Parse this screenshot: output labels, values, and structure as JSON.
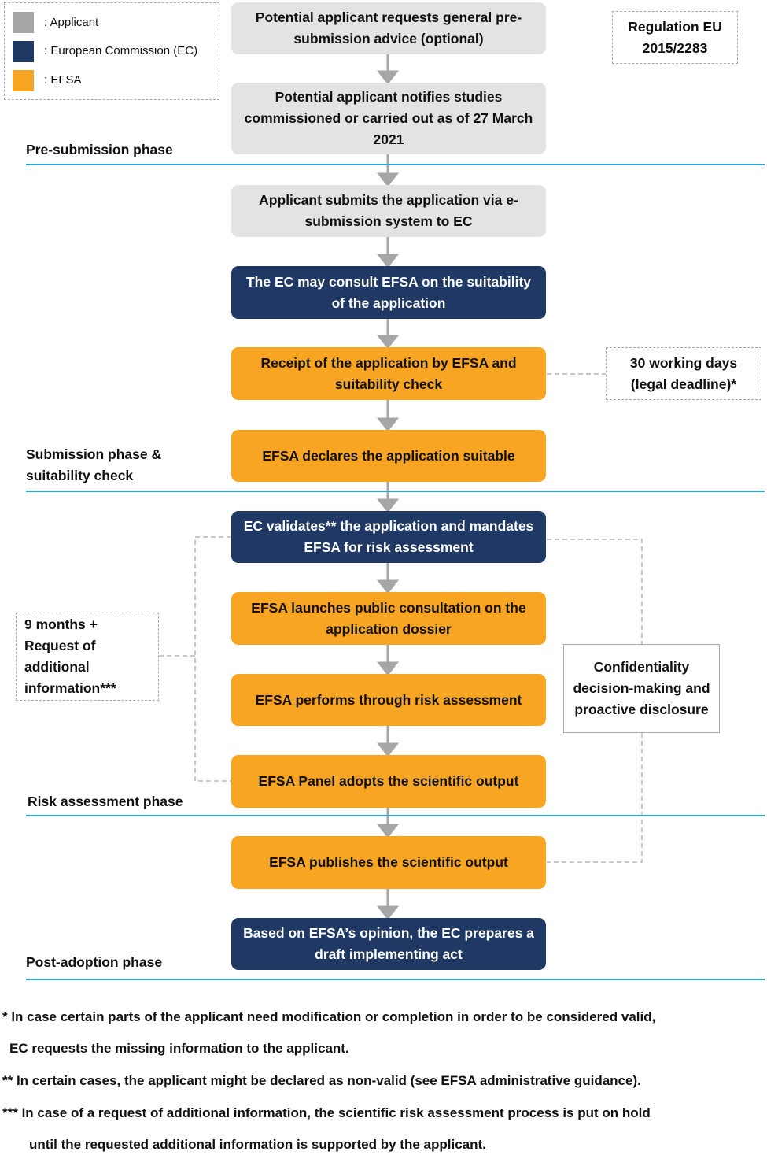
{
  "legend": [
    {
      "label": ": Applicant",
      "color": "#a6a6a6"
    },
    {
      "label": ": European Commission (EC)",
      "color": "#1f3864"
    },
    {
      "label": ": EFSA",
      "color": "#f8a523"
    }
  ],
  "regulation": "Regulation EU 2015/2283",
  "steps": [
    "Potential applicant requests general pre-submission advice (optional)",
    "Potential applicant notifies studies commissioned or carried out as of 27 March 2021",
    "Applicant submits the application via e-submission system to EC",
    "The EC may consult EFSA on the suitability of the application",
    "Receipt of the application by EFSA and suitability check",
    "EFSA declares the application suitable",
    "EC validates** the application and mandates EFSA for risk assessment",
    "EFSA launches public consultation on the application dossier",
    "EFSA performs through risk assessment",
    "EFSA Panel adopts the scientific output",
    "EFSA publishes the scientific output",
    "Based on EFSA’s opinion, the EC prepares a draft implementing act"
  ],
  "phases": {
    "pre_submission": "Pre-submission phase",
    "submission": "Submission phase & suitability check",
    "risk_assessment": "Risk assessment phase",
    "post_adoption": "Post-adoption phase"
  },
  "side_notes": {
    "deadline": "30 working days (legal deadline)*",
    "months": "9 months + Request of additional information***",
    "confidentiality": "Confidentiality decision-making and proactive disclosure"
  },
  "footnotes": {
    "f1_line1": "* In case certain parts of the applicant need modification or completion in order to be considered valid,",
    "f1_line2": "EC requests the missing information to the applicant.",
    "f2": "** In certain cases, the applicant might be declared as non-valid (see EFSA administrative guidance).",
    "f3_line1": "*** In case of a request of additional information, the scientific risk assessment process is put on hold",
    "f3_line2": "until the requested additional information is supported by the applicant."
  }
}
